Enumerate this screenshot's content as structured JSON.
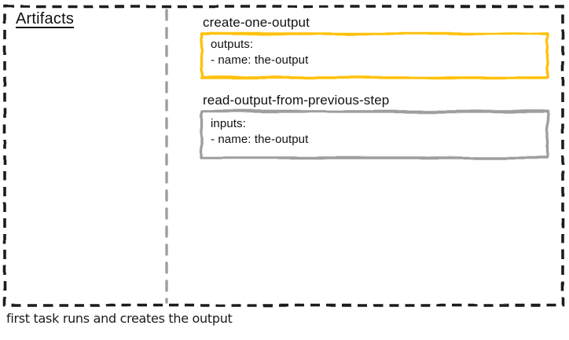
{
  "diagram": {
    "artifacts_panel": {
      "label": "Artifacts"
    },
    "steps": [
      {
        "title": "create-one-output",
        "box_type": "outputs",
        "lines": [
          "outputs:",
          "- name: the-output"
        ],
        "border_color": "#FFC107"
      },
      {
        "title": "read-output-from-previous-step",
        "box_type": "inputs",
        "lines": [
          "inputs:",
          "- name: the-output"
        ],
        "border_color": "#9E9E9E"
      }
    ],
    "caption": "first task runs and creates the output"
  },
  "colors": {
    "frame": "#1B1B1B",
    "divider": "#9E9E9E",
    "text": "#111111",
    "background": "#FFFFFF"
  }
}
